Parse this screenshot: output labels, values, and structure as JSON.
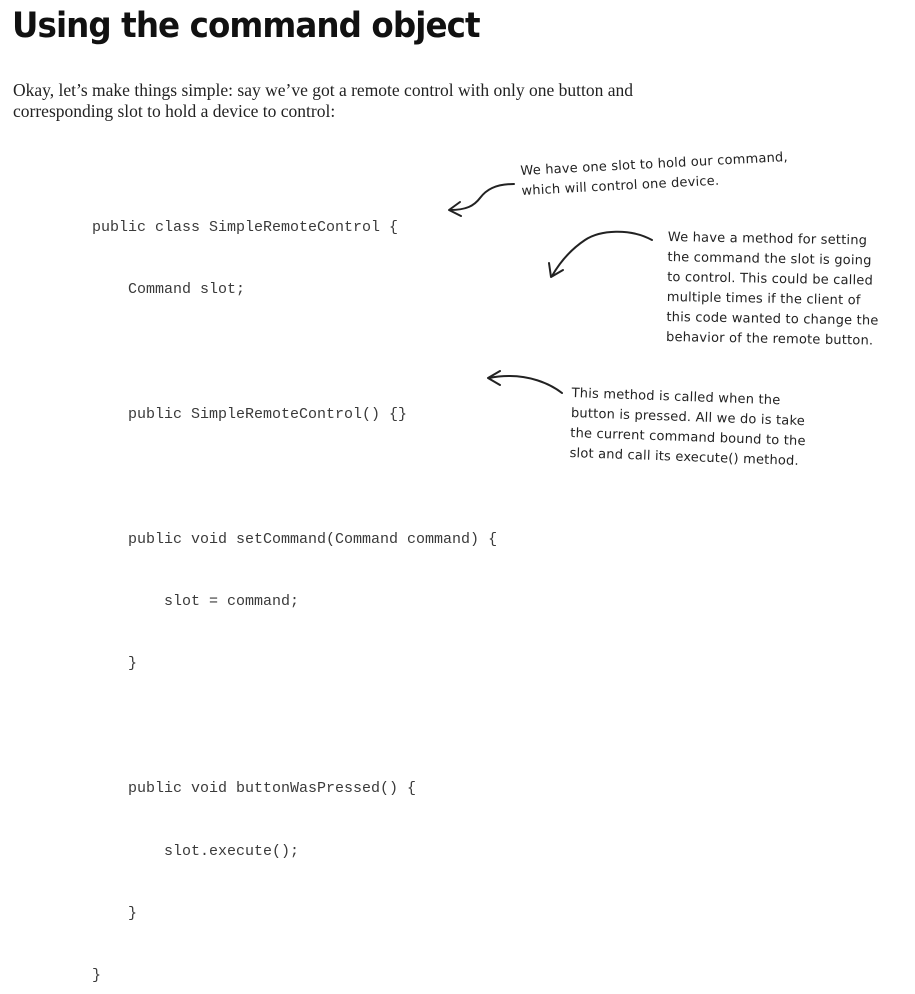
{
  "page": {
    "title": "Using the command object",
    "intro": "Okay, let’s make things simple: say we’ve got a remote control with only one button and corresponding slot to hold a device to control:"
  },
  "code_lines": [
    "public class SimpleRemoteControl {",
    "    Command slot;",
    "",
    "    public SimpleRemoteControl() {}",
    "",
    "    public void setCommand(Command command) {",
    "        slot = command;",
    "    }",
    "",
    "    public void buttonWasPressed() {",
    "        slot.execute();",
    "    }",
    "}"
  ],
  "annotations": {
    "slot_note": [
      "We have one slot to hold our command,",
      "which will control one device."
    ],
    "setter_note": [
      "We have a method for setting",
      "the command the slot is going",
      "to control.  This could be called",
      "multiple times if the client of",
      "this code wanted to change the",
      "behavior of the remote button."
    ],
    "button_note": [
      "This method is called when the",
      "button is pressed.  All we do is take",
      "the current command bound to the",
      "slot and call its execute() method."
    ]
  }
}
